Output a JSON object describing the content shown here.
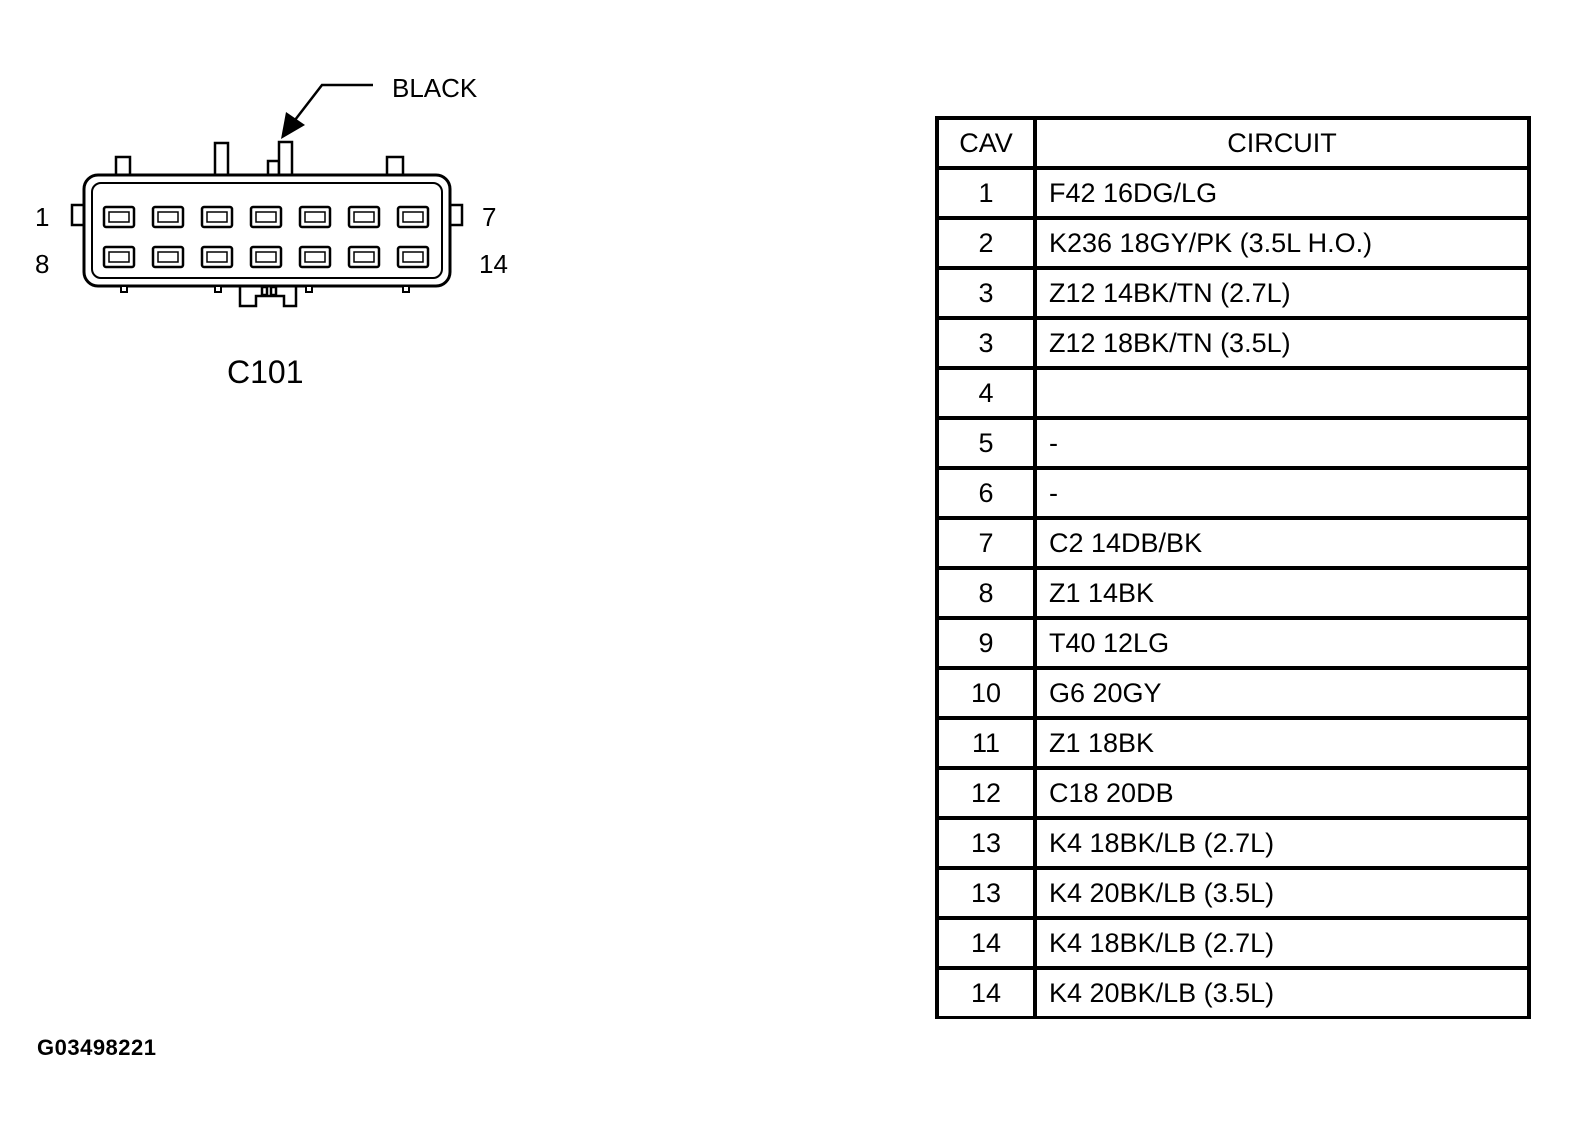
{
  "diagram": {
    "callout": "BLACK",
    "connector_name": "C101",
    "pin_labels": {
      "top_left": "1",
      "top_right": "7",
      "bottom_left": "8",
      "bottom_right": "14"
    }
  },
  "table": {
    "headers": [
      "CAV",
      "CIRCUIT"
    ],
    "rows": [
      {
        "cav": "1",
        "circuit": "F42 16DG/LG"
      },
      {
        "cav": "2",
        "circuit": "K236 18GY/PK (3.5L H.O.)"
      },
      {
        "cav": "3",
        "circuit": "Z12 14BK/TN (2.7L)"
      },
      {
        "cav": "3",
        "circuit": "Z12 18BK/TN (3.5L)"
      },
      {
        "cav": "4",
        "circuit": ""
      },
      {
        "cav": "5",
        "circuit": "-"
      },
      {
        "cav": "6",
        "circuit": "-"
      },
      {
        "cav": "7",
        "circuit": "C2 14DB/BK"
      },
      {
        "cav": "8",
        "circuit": "Z1 14BK"
      },
      {
        "cav": "9",
        "circuit": "T40 12LG"
      },
      {
        "cav": "10",
        "circuit": "G6 20GY"
      },
      {
        "cav": "11",
        "circuit": "Z1 18BK"
      },
      {
        "cav": "12",
        "circuit": "C18 20DB"
      },
      {
        "cav": "13",
        "circuit": "K4 18BK/LB (2.7L)"
      },
      {
        "cav": "13",
        "circuit": "K4 20BK/LB (3.5L)"
      },
      {
        "cav": "14",
        "circuit": "K4 18BK/LB (2.7L)"
      },
      {
        "cav": "14",
        "circuit": "K4 20BK/LB (3.5L)"
      }
    ]
  },
  "figure_id": "G03498221"
}
